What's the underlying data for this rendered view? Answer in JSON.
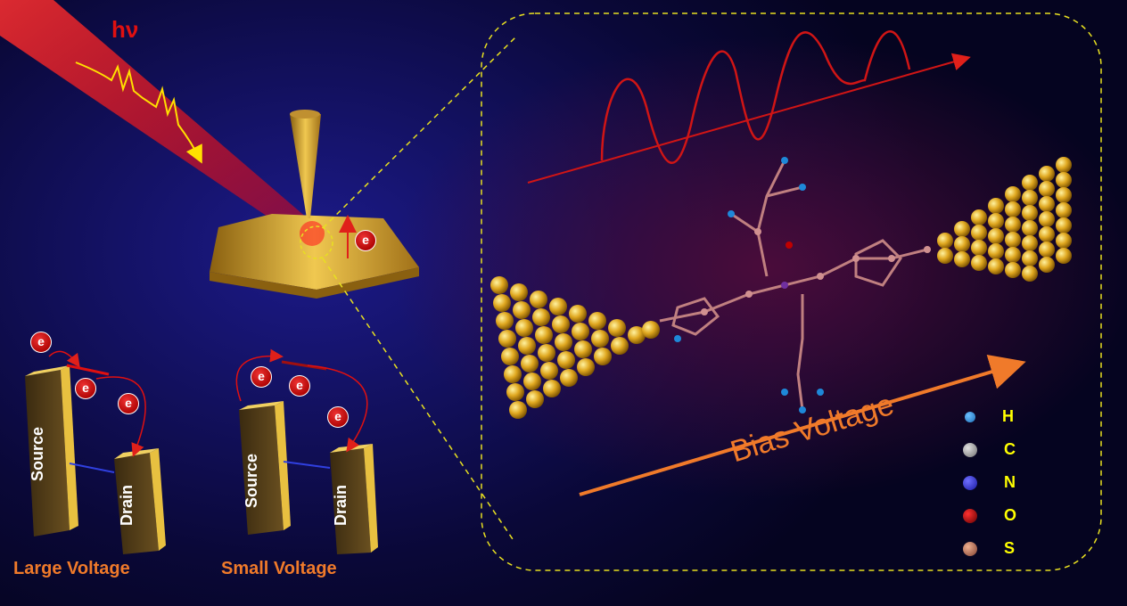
{
  "photon_label": "hν",
  "electron_label": "e",
  "panels": {
    "large": {
      "source": "Source",
      "drain": "Drain",
      "caption": "Large Voltage"
    },
    "small": {
      "source": "Source",
      "drain": "Drain",
      "caption": "Small Voltage"
    }
  },
  "bias_label": "Bias Voltage",
  "legend": [
    {
      "symbol": "H",
      "color": "#1e88d8"
    },
    {
      "symbol": "C",
      "color": "#a0a0a0"
    },
    {
      "symbol": "N",
      "color": "#2a2ae0"
    },
    {
      "symbol": "O",
      "color": "#c00000"
    },
    {
      "symbol": "S",
      "color": "#c07050"
    }
  ],
  "colors": {
    "accent": "#f07a2a",
    "gold": "#d8a020",
    "beam": "#ff1a1a",
    "dash": "#e8e020"
  }
}
